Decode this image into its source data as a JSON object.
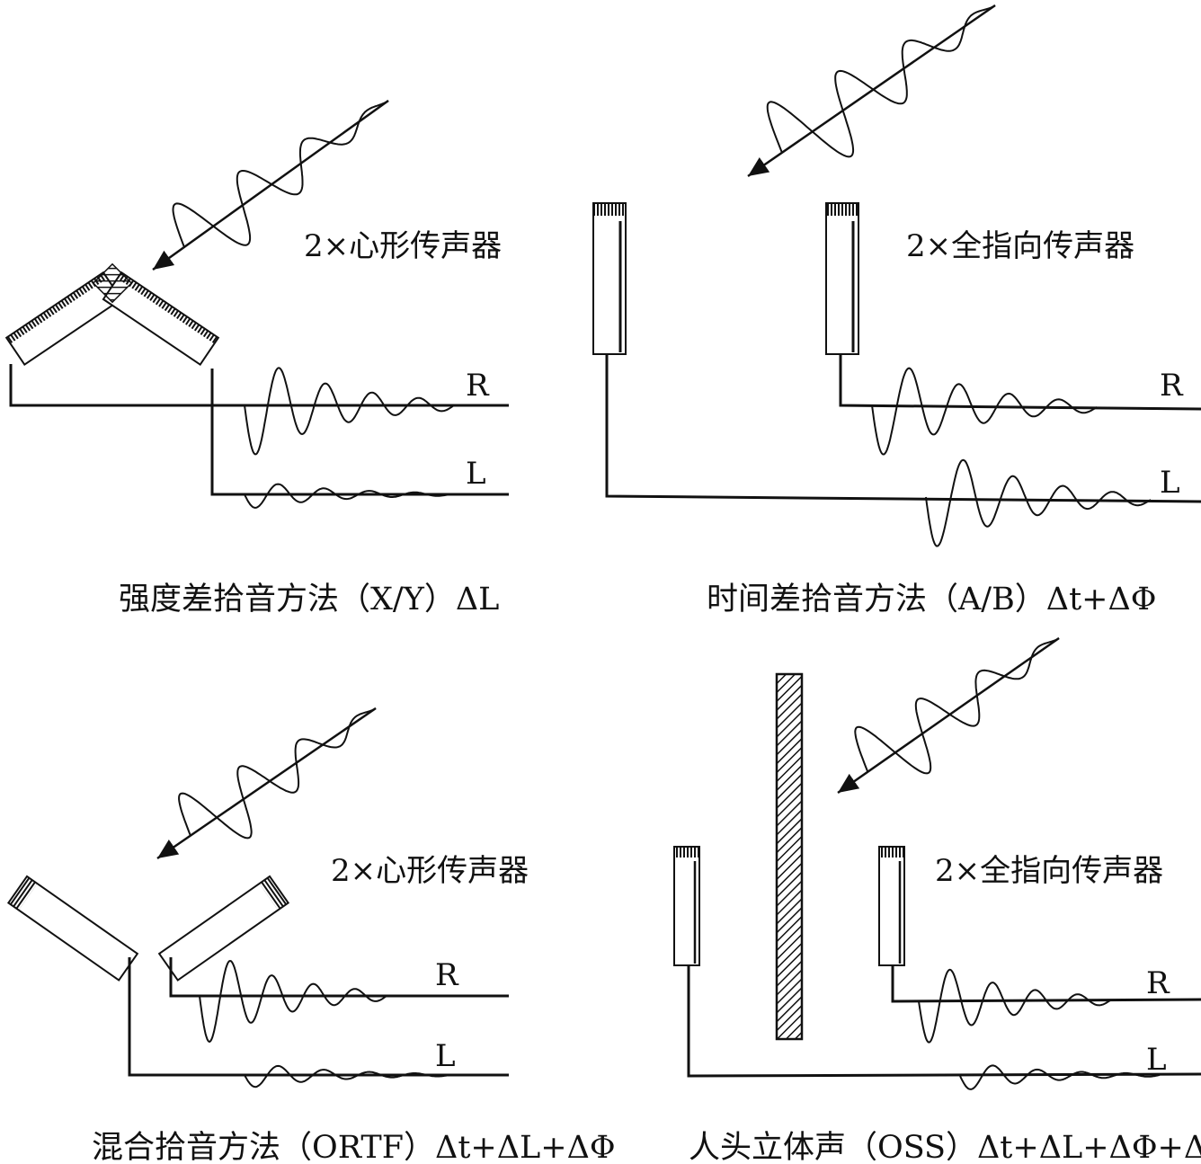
{
  "panels": {
    "xy": {
      "mic_label": "2×心形传声器",
      "r_label": "R",
      "l_label": "L",
      "caption": "强度差拾音方法（X/Y）ΔL"
    },
    "ab": {
      "mic_label": "2×全指向传声器",
      "r_label": "R",
      "l_label": "L",
      "caption": "时间差拾音方法（A/B）Δt+ΔΦ"
    },
    "ortf": {
      "mic_label": "2×心形传声器",
      "r_label": "R",
      "l_label": "L",
      "caption": "混合拾音方法（ORTF）Δt+ΔL+ΔΦ"
    },
    "oss": {
      "mic_label": "2×全指向传声器",
      "r_label": "R",
      "l_label": "L",
      "caption": "人头立体声（OSS）Δt+ΔL+ΔΦ+Δf"
    }
  },
  "colors": {
    "ink": "#111111",
    "background": "#ffffff"
  }
}
